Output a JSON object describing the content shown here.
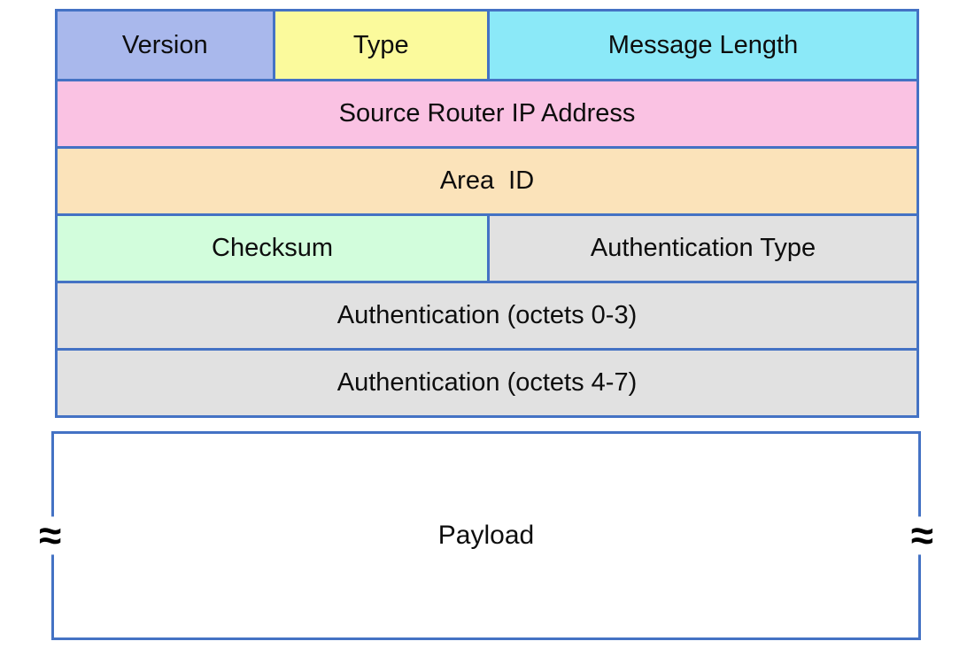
{
  "diagram": {
    "rows": [
      {
        "cells": [
          {
            "label": "Version"
          },
          {
            "label": "Type"
          },
          {
            "label": "Message Length"
          }
        ]
      },
      {
        "cells": [
          {
            "label": "Source Router IP Address"
          }
        ]
      },
      {
        "cells": [
          {
            "label": "Area  ID"
          }
        ]
      },
      {
        "cells": [
          {
            "label": "Checksum"
          },
          {
            "label": "Authentication Type"
          }
        ]
      },
      {
        "cells": [
          {
            "label": "Authentication (octets 0-3)"
          }
        ]
      },
      {
        "cells": [
          {
            "label": "Authentication (octets 4-7)"
          }
        ]
      }
    ],
    "payload": {
      "label": "Payload",
      "squiggle": "≈"
    },
    "colors": {
      "border": "#4472C4",
      "version_fill": "#A9B8EC",
      "type_fill": "#FBFA9C",
      "message_length_fill": "#8BE9F8",
      "source_router_ip_fill": "#FAC2E3",
      "area_id_fill": "#FBE3BA",
      "checksum_fill": "#D2FDDC",
      "authentication_fill": "#E1E1E1",
      "payload_fill": "#FFFFFF",
      "text": "#000000"
    }
  }
}
